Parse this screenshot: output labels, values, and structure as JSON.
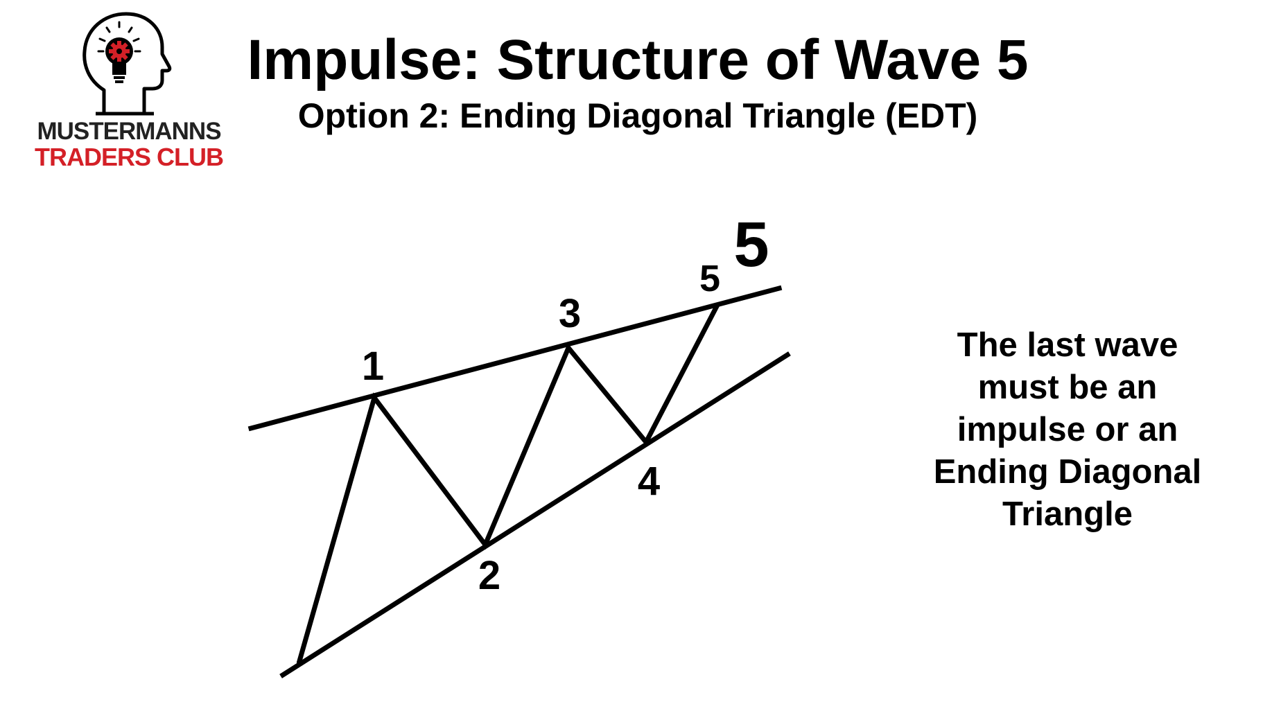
{
  "header": {
    "title": "Impulse: Structure of Wave 5",
    "subtitle": "Option 2: Ending Diagonal Triangle (EDT)"
  },
  "logo": {
    "icon": "head-lightbulb-icon",
    "line1": "MUSTERMANNS",
    "line2": "TRADERS CLUB",
    "colors": {
      "line1": "#222222",
      "line2": "#d42027",
      "bulb": "#d42027"
    }
  },
  "diagram": {
    "labels": [
      "1",
      "2",
      "3",
      "4",
      "5"
    ],
    "degree_label": "5"
  },
  "description": {
    "lines": [
      "The last wave",
      "must be an",
      "impulse or an",
      "Ending Diagonal",
      "Triangle"
    ]
  }
}
